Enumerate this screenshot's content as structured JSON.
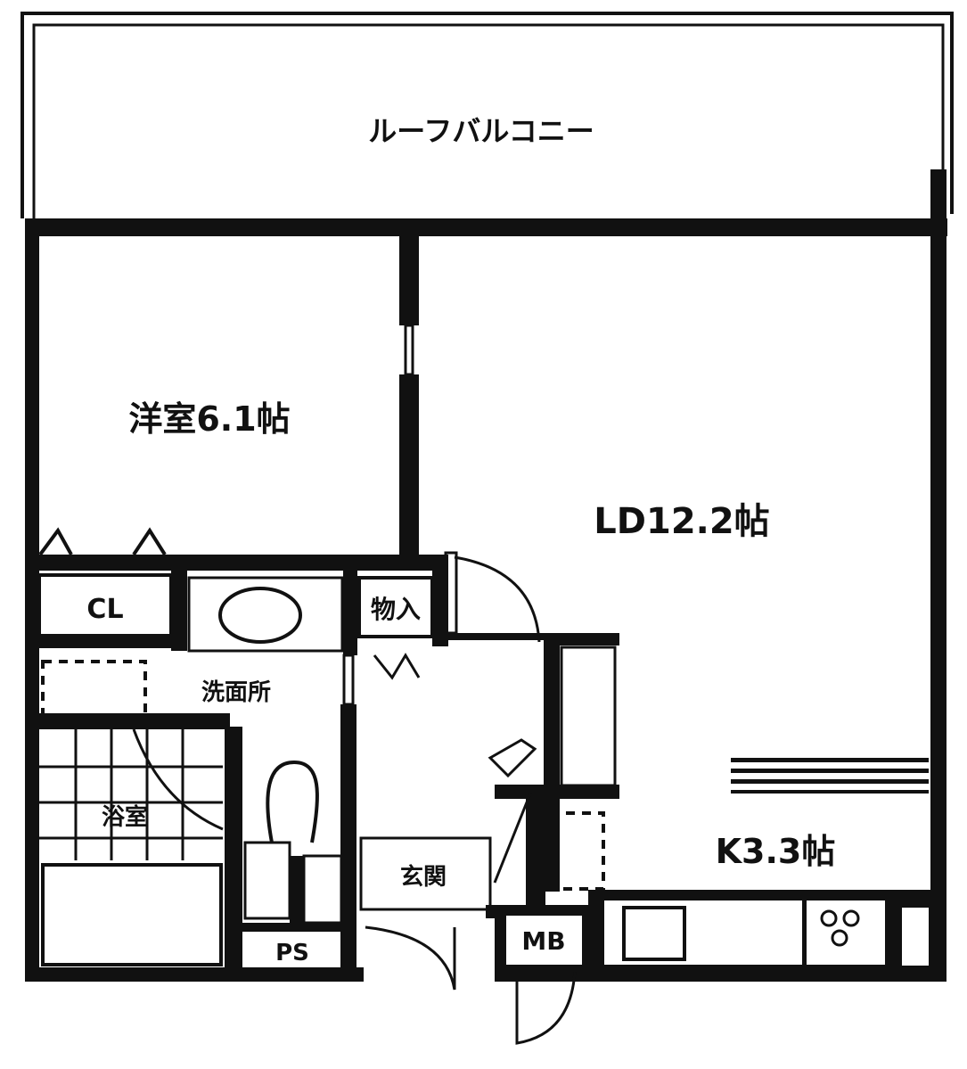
{
  "floor_plan": {
    "rooms": {
      "roof_balcony": "ルーフバルコニー",
      "western_room": "洋室6.1帖",
      "living_dining": "LD12.2帖",
      "kitchen": "K3.3帖",
      "closet": "CL",
      "storage": "物入",
      "washroom": "洗面所",
      "bathroom": "浴室",
      "entrance": "玄関",
      "pipe_space": "PS",
      "meter_box": "MB"
    },
    "colors": {
      "ink": "#111111",
      "paper": "#ffffff"
    }
  }
}
